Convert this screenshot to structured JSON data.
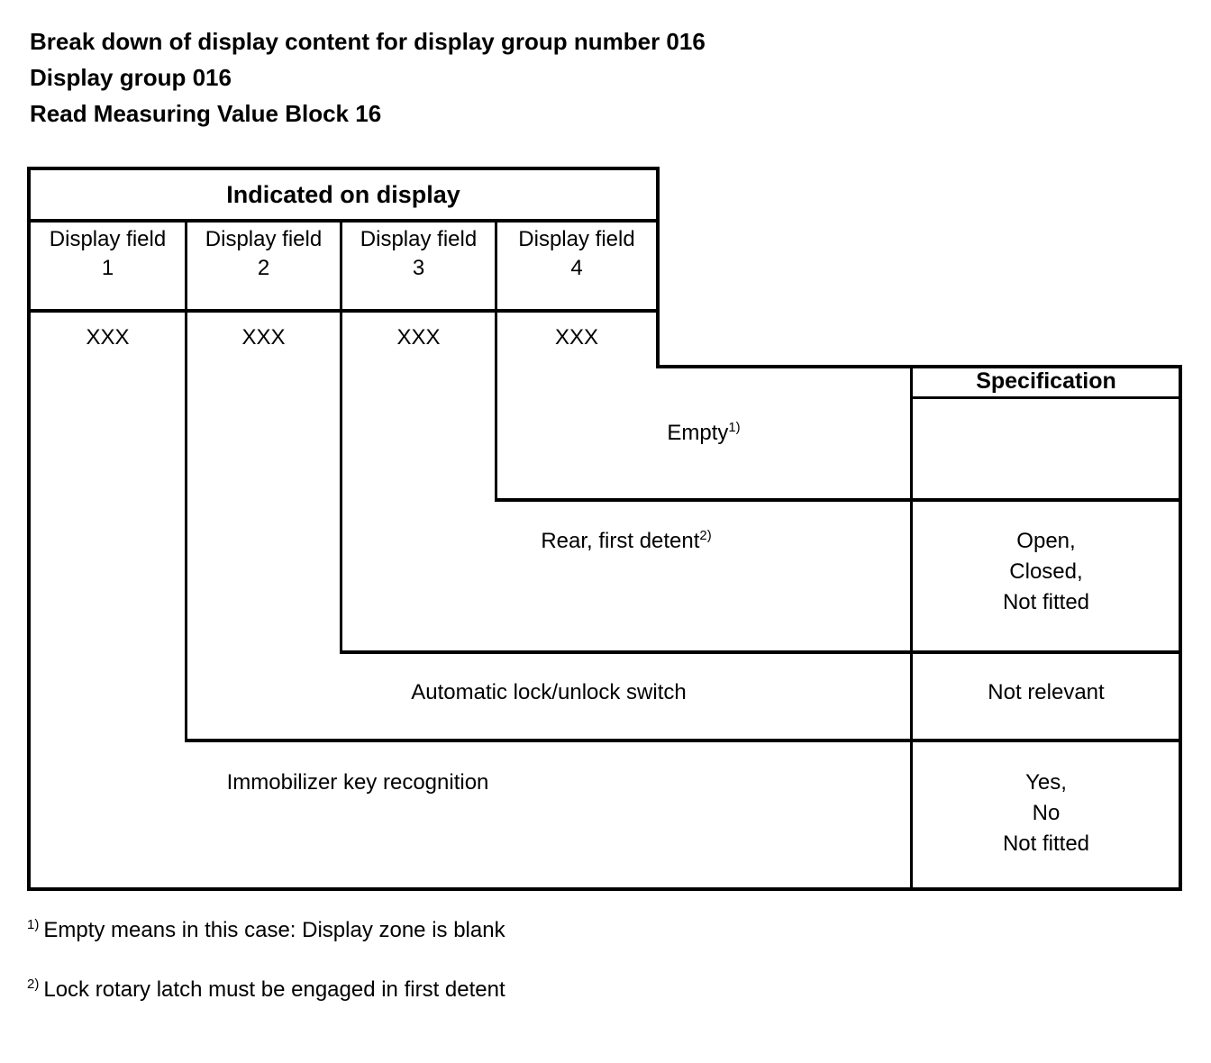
{
  "document": {
    "title_lines": [
      "Break down of display content for display group number 016",
      "Display group 016",
      "Read Measuring Value Block 16"
    ]
  },
  "table": {
    "group_header": "Indicated on display",
    "spec_header": "Specification",
    "display_fields": [
      {
        "label": "Display field",
        "number": "1",
        "value": "XXX"
      },
      {
        "label": "Display field",
        "number": "2",
        "value": "XXX"
      },
      {
        "label": "Display field",
        "number": "3",
        "value": "XXX"
      },
      {
        "label": "Display field",
        "number": "4",
        "value": "XXX"
      }
    ],
    "rows": [
      {
        "description": "Empty",
        "footnote_mark": "1)",
        "specification": ""
      },
      {
        "description": "Rear, first detent",
        "footnote_mark": "2)",
        "specification": "Open,\nClosed,\nNot fitted"
      },
      {
        "description": "Automatic lock/unlock switch",
        "footnote_mark": "",
        "specification": "Not relevant"
      },
      {
        "description": "Immobilizer key recognition",
        "footnote_mark": "",
        "specification": "Yes,\nNo\nNot fitted"
      }
    ]
  },
  "footnotes": [
    {
      "mark": "1)",
      "text": "Empty means in this case: Display zone is blank"
    },
    {
      "mark": "2)",
      "text": "Lock rotary latch must be engaged in first detent"
    }
  ]
}
